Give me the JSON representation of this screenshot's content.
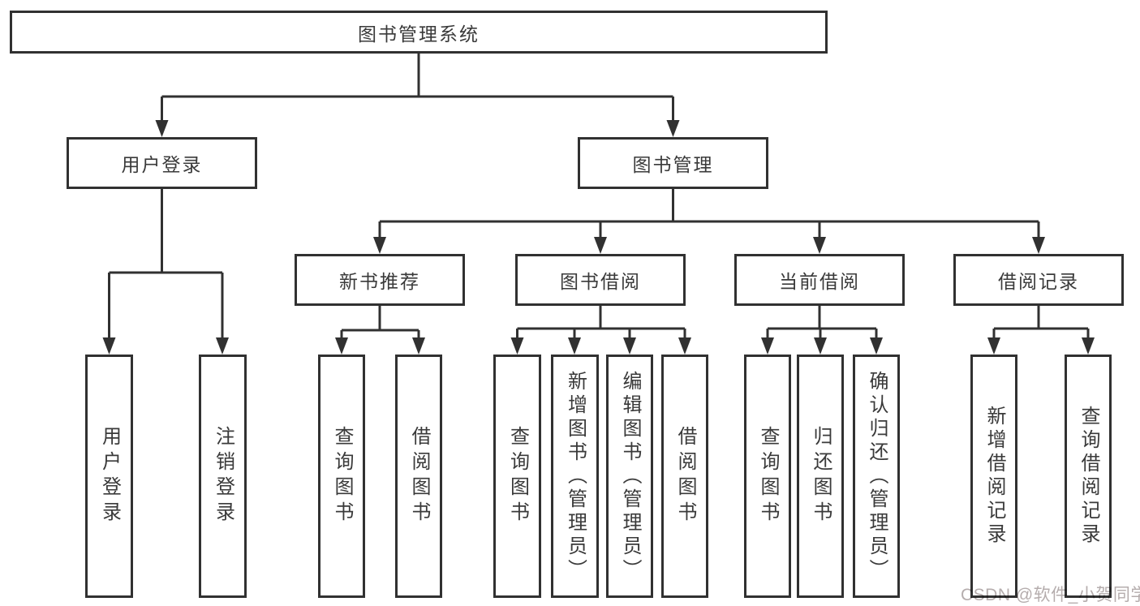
{
  "tree": {
    "label": "图书管理系统",
    "children": [
      {
        "label": "用户登录",
        "children": [
          {
            "label": "用户登录"
          },
          {
            "label": "注销登录"
          }
        ]
      },
      {
        "label": "图书管理",
        "children": [
          {
            "label": "新书推荐",
            "children": [
              {
                "label": "查询图书"
              },
              {
                "label": "借阅图书"
              }
            ]
          },
          {
            "label": "图书借阅",
            "children": [
              {
                "label": "查询图书"
              },
              {
                "label": "新增图书（管理员）"
              },
              {
                "label": "编辑图书（管理员）"
              },
              {
                "label": "借阅图书"
              }
            ]
          },
          {
            "label": "当前借阅",
            "children": [
              {
                "label": "查询图书"
              },
              {
                "label": "归还图书"
              },
              {
                "label": "确认归还（管理员）"
              }
            ]
          },
          {
            "label": "借阅记录",
            "children": [
              {
                "label": "新增借阅记录"
              },
              {
                "label": "查询借阅记录"
              }
            ]
          }
        ]
      }
    ]
  },
  "watermark": {
    "text": "CSDN @软件_小贺同学"
  },
  "colors": {
    "line": "#313131",
    "text": "#3a3a3a",
    "background": "#ffffff",
    "watermark": "#b5adad"
  }
}
